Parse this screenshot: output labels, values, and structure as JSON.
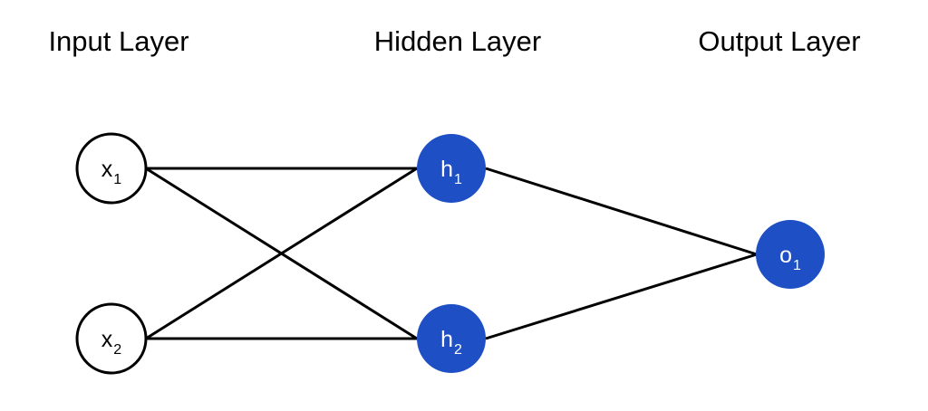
{
  "layers": [
    {
      "title": "Input Layer",
      "nodes": [
        {
          "base": "x",
          "sub": "1"
        },
        {
          "base": "x",
          "sub": "2"
        }
      ]
    },
    {
      "title": "Hidden Layer",
      "nodes": [
        {
          "base": "h",
          "sub": "1"
        },
        {
          "base": "h",
          "sub": "2"
        }
      ]
    },
    {
      "title": "Output Layer",
      "nodes": [
        {
          "base": "o",
          "sub": "1"
        }
      ]
    }
  ],
  "colors": {
    "input_fill": "#ffffff",
    "input_stroke": "#000000",
    "input_text": "#000000",
    "filled_node": "#1f4fc4",
    "filled_text": "#ffffff",
    "edge": "#000000",
    "title_text": "#000000"
  }
}
